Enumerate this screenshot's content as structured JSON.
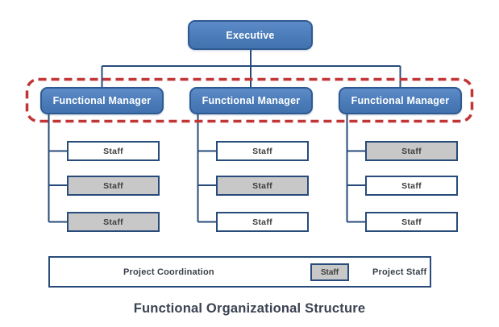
{
  "diagram": {
    "caption": "Functional Organizational Structure",
    "root": {
      "label": "Executive"
    },
    "managers": [
      {
        "label": "Functional Manager",
        "staff": [
          {
            "label": "Staff",
            "project_staff": false
          },
          {
            "label": "Staff",
            "project_staff": true
          },
          {
            "label": "Staff",
            "project_staff": true
          }
        ]
      },
      {
        "label": "Functional Manager",
        "staff": [
          {
            "label": "Staff",
            "project_staff": false
          },
          {
            "label": "Staff",
            "project_staff": true
          },
          {
            "label": "Staff",
            "project_staff": false
          }
        ]
      },
      {
        "label": "Functional Manager",
        "staff": [
          {
            "label": "Staff",
            "project_staff": true
          },
          {
            "label": "Staff",
            "project_staff": false
          },
          {
            "label": "Staff",
            "project_staff": false
          }
        ]
      }
    ],
    "legend": {
      "coordination_label": "Project Coordination",
      "staff_sample_label": "Staff",
      "project_staff_label": "Project Staff"
    },
    "colors": {
      "node_blue_fill": "#4b7cb9",
      "node_blue_border": "#2e5a92",
      "staff_border_navy": "#274b7a",
      "project_staff_gray": "#c8c8c8",
      "coordination_red": "#c23537",
      "connector_navy": "#274b7a",
      "caption_text": "#3b4252"
    }
  }
}
